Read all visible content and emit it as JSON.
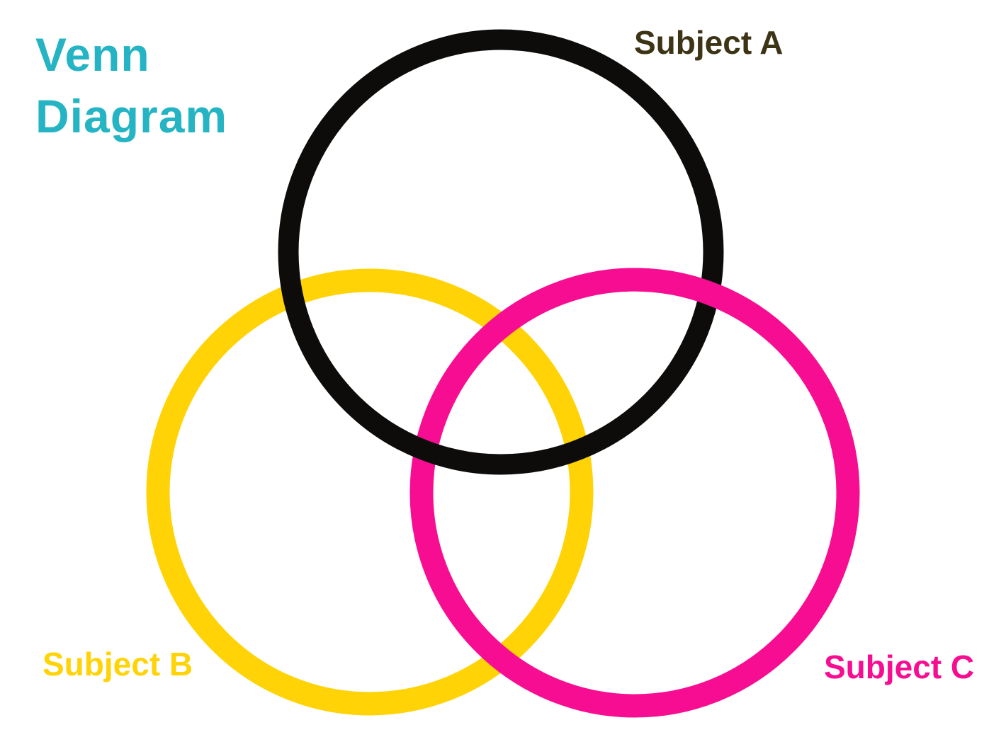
{
  "title": {
    "line1": "Venn",
    "line2": "Diagram",
    "full": "Venn\nDiagram"
  },
  "diagram": {
    "type": "venn",
    "set_count": 3,
    "sets": [
      {
        "id": "A",
        "label": "Subject A",
        "color": "#0d0c0a",
        "position": "top-center"
      },
      {
        "id": "B",
        "label": "Subject B",
        "color": "#ffd306",
        "position": "bottom-left"
      },
      {
        "id": "C",
        "label": "Subject C",
        "color": "#f70d92",
        "position": "bottom-right"
      }
    ],
    "regions_filled": false,
    "style": "outlined interlocking rings on white background"
  },
  "labels": {
    "subject_a": "Subject A",
    "subject_b": "Subject B",
    "subject_c": "Subject C"
  },
  "colors": {
    "background": "#ffffff",
    "title_text": "#25b4c3",
    "circle_a_stroke": "#0d0c0a",
    "circle_b_stroke": "#ffd306",
    "circle_c_stroke": "#f70d92",
    "label_a_text": "#3d3315",
    "label_b_text": "#ffd306",
    "label_c_text": "#f70d92"
  }
}
